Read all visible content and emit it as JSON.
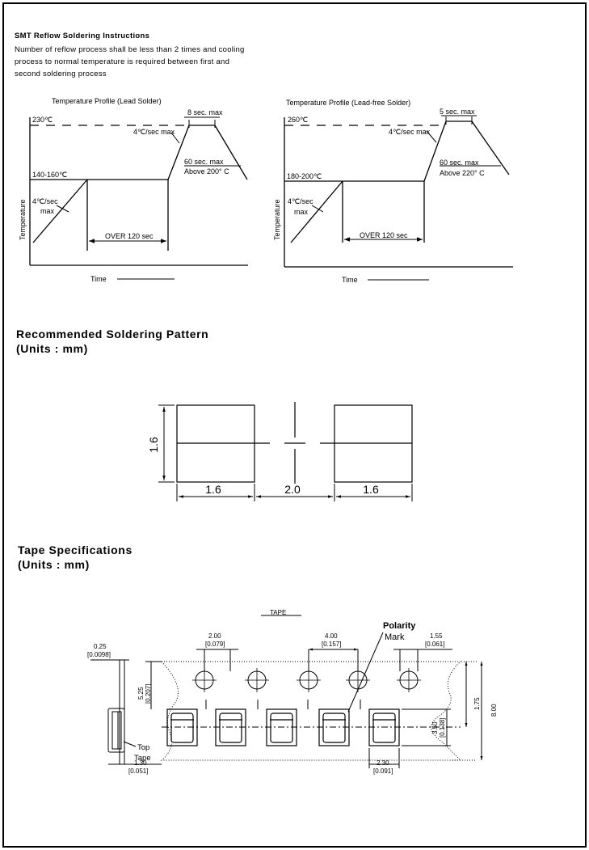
{
  "reflow": {
    "title": "SMT Reflow Soldering Instructions",
    "lines": [
      "Number of reflow process shall be less than 2 times and cooling",
      "process to normal temperature is required between first and",
      "second soldering process"
    ]
  },
  "profile_lead": {
    "title": "Temperature Profile (Lead Solder)",
    "peak_temp": "230℃",
    "peak_time": "8 sec. max",
    "ramp_down": "4℃/sec max",
    "above_time": "60 sec. max",
    "above_temp": "Above 200° C",
    "preheat_temp": "140-160℃",
    "ramp_up_1": "4℃/sec",
    "ramp_up_2": "max",
    "preheat_time": "OVER 120 sec",
    "y_label": "Temperature",
    "x_label": "Time"
  },
  "profile_leadfree": {
    "title": "Temperature Profile (Lead-free Solder)",
    "peak_temp": "260℃",
    "peak_time": "5 sec. max",
    "ramp_down": "4℃/sec max",
    "above_time": "60 sec. max",
    "above_temp": "Above 220° C",
    "preheat_temp": "180-200℃",
    "ramp_up_1": "4℃/sec",
    "ramp_up_2": "max",
    "preheat_time": "OVER 120 sec",
    "y_label": "Temperature",
    "x_label": "Time"
  },
  "pattern": {
    "title_line1": "Recommended Soldering Pattern",
    "title_line2": "(Units : mm)",
    "height": "1.6",
    "pad_left": "1.6",
    "gap": "2.0",
    "pad_right": "1.6"
  },
  "tape": {
    "title_line1": "Tape Specifications",
    "title_line2": "(Units : mm)",
    "label": "TAPE",
    "polarity_1": "Polarity",
    "polarity_2": "Mark",
    "dim_thick": "0.25",
    "dim_thick_in": "[0.0098]",
    "dim_hole_edge": "5.25",
    "dim_hole_edge_in": "[0.207]",
    "dim_pitch2": "2.00",
    "dim_pitch2_in": "[0.079]",
    "dim_pitch4": "4.00",
    "dim_pitch4_in": "[0.157]",
    "dim_hole_d": "1.55",
    "dim_hole_d_in": "[0.061]",
    "dim_175": "1.75",
    "dim_800": "8.00",
    "dim_350": "3.50",
    "dim_350_in": "[0.138]",
    "dim_230": "2.30",
    "dim_230_in": "[0.091]",
    "dim_130": "1.30",
    "dim_130_in": "[0.051]",
    "top_tape_1": "Top",
    "top_tape_2": "Tape"
  }
}
